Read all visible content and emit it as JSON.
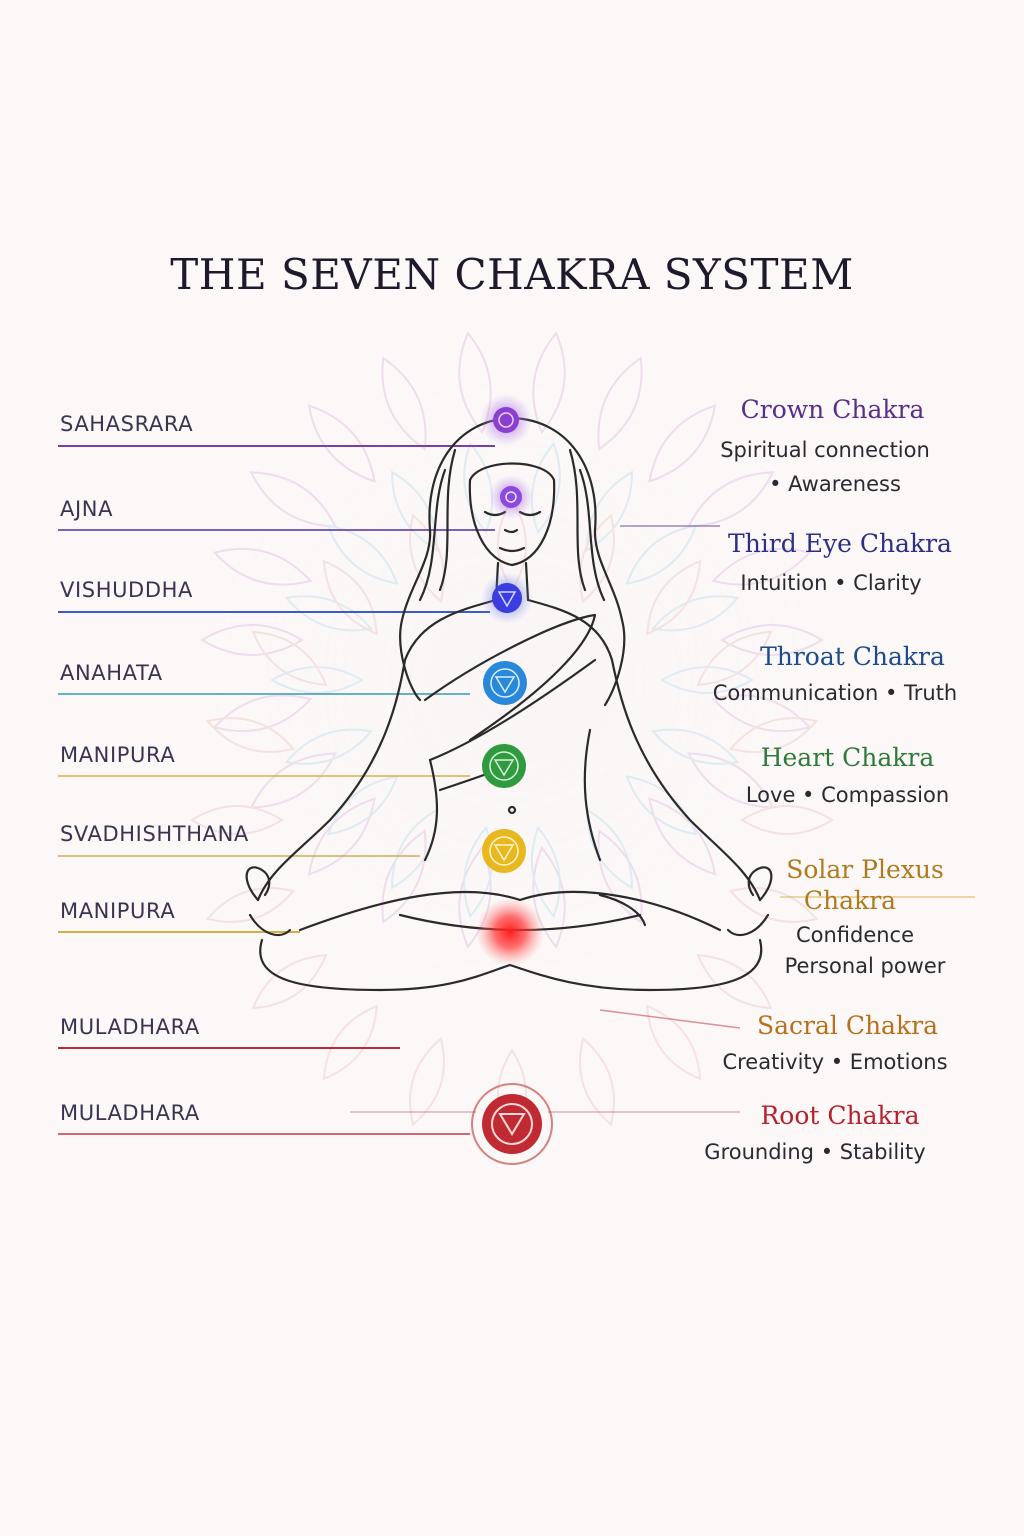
{
  "title": "THE SEVEN CHAKRA SYSTEM",
  "left_labels": [
    {
      "text": "SAHASRARA",
      "color": "#7b3fa0"
    },
    {
      "text": "AJNA",
      "color": "#5a3fa0"
    },
    {
      "text": "VISHUDDHA",
      "color": "#3b5cc4"
    },
    {
      "text": "ANAHATA",
      "color": "#44a0b4"
    },
    {
      "text": "MANIPURA",
      "color": "#d8b84a"
    },
    {
      "text": "SVADHISHTHANA",
      "color": "#c8a850"
    },
    {
      "text": "MANIPURA",
      "color": "#d4b040"
    },
    {
      "text": "MULADHARA",
      "color": "#c0283a"
    },
    {
      "text": "MULADHARA",
      "color": "#c0283a"
    }
  ],
  "chakras": [
    {
      "name": "Crown Chakra",
      "desc1": "Spiritual connection",
      "desc2": "• Awareness",
      "color": "#5b2d8a"
    },
    {
      "name": "Third Eye Chakra",
      "desc1": "Intuition • Clarity",
      "color": "#2d2f86"
    },
    {
      "name": "Throat Chakra",
      "desc1": "Communication • Truth",
      "color": "#1d4b8c"
    },
    {
      "name": "Heart Chakra",
      "desc1": "Love • Compassion",
      "color": "#2d7a3a"
    },
    {
      "name": "Solar Plexus",
      "name2": "Chakra",
      "desc1": "Confidence",
      "desc2": "Personal power",
      "color": "#b07a1e"
    },
    {
      "name": "Sacral Chakra",
      "desc1": "Creativity • Emotions",
      "color": "#b8701e"
    },
    {
      "name": "Root Chakra",
      "desc1": "Grounding • Stability",
      "color": "#b3222e"
    }
  ],
  "icons": [
    "crown-chakra-symbol-icon",
    "third-eye-chakra-symbol-icon",
    "throat-chakra-symbol-icon",
    "heart-chakra-symbol-icon",
    "solar-plexus-chakra-symbol-icon",
    "sacral-glow-icon",
    "root-chakra-symbol-icon"
  ]
}
